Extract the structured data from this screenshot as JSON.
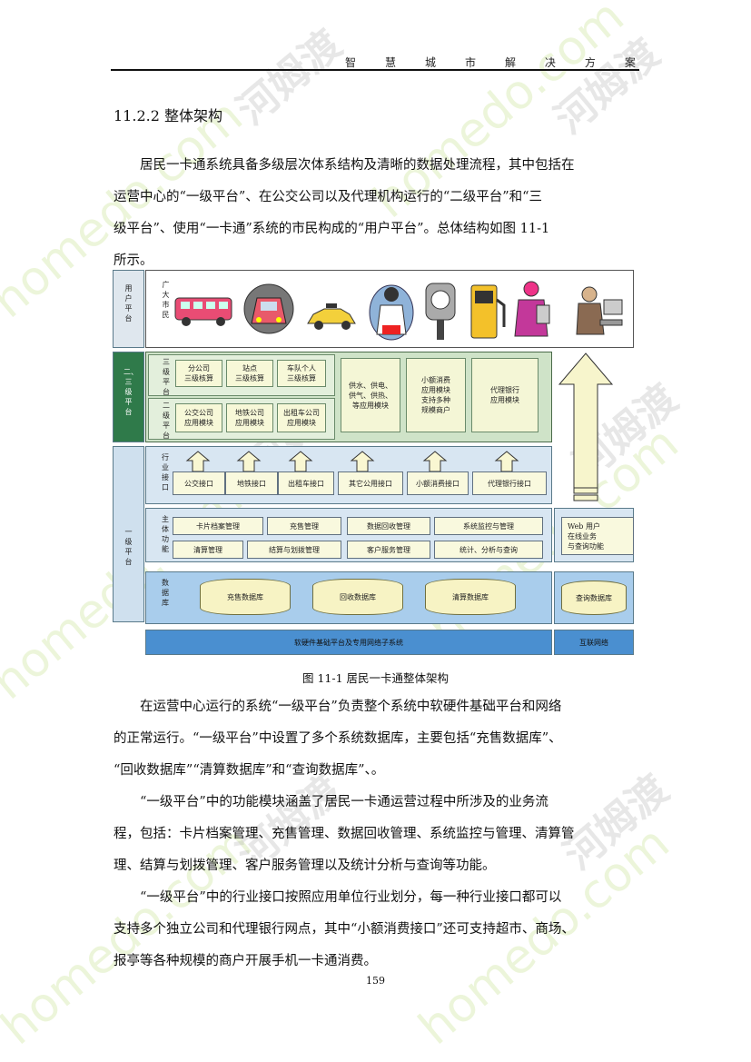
{
  "header": {
    "chars": [
      "智",
      "慧",
      "城",
      "市",
      "解",
      "决",
      "方",
      "案"
    ]
  },
  "section_title": "11.2.2  整体架构",
  "paragraphs_top": [
    "居民一卡通系统具备多级层次体系结构及清晰的数据处理流程，其中包括在",
    "运营中心的“一级平台”、在公交公司以及代理机构运行的“二级平台”和“三",
    "级平台”、使用“一卡通”系统的市民构成的“用户平台”。总体结构如图 11-1",
    "所示。"
  ],
  "diagram": {
    "user_platform": "用户平台",
    "citizens": "广大市民",
    "level23": "二、三级平台",
    "level3": "三级平台",
    "level2": "二级平台",
    "level1": "一级平台",
    "industry_interface": "行业接口",
    "main_function": "主体功能",
    "database": "数据库",
    "l3_boxes": [
      "分公司\n三级核算",
      "站点\n三级核算",
      "车队个人\n三级核算"
    ],
    "l2_boxes": [
      "公交公司\n应用模块",
      "地铁公司\n应用模块",
      "出租车公司\n应用模块"
    ],
    "right_boxes": [
      "供水、供电、\n供气、供热、\n等应用模块",
      "小额消费\n应用模块\n支持多种\n规模商户",
      "代理银行\n应用模块"
    ],
    "interfaces": [
      "公交接口",
      "地铁接口",
      "出租车接口",
      "其它公用接口",
      "小额消费接口",
      "代理银行接口"
    ],
    "functions_row1": [
      "卡片档案管理",
      "充售管理",
      "数据回收管理",
      "系统监控与管理"
    ],
    "functions_row2": [
      "清算管理",
      "结算与划拨管理",
      "客户服务管理",
      "统计、分析与查询"
    ],
    "web_box": "Web 用户\n在线业务\n与查询功能",
    "databases": [
      "充售数据库",
      "回收数据库",
      "清算数据库"
    ],
    "query_db": "查询数据库",
    "base_system": "软硬件基础平台及专用网络子系统",
    "internet": "互联网络"
  },
  "caption": "图  11-1  居民一卡通整体架构",
  "paragraphs_bottom": [
    "在运营中心运行的系统“一级平台”负责整个系统中软硬件基础平台和网络",
    "的正常运行。“一级平台”中设置了多个系统数据库，主要包括“充售数据库”、",
    "“回收数据库”“清算数据库”和“查询数据库”、。",
    "“一级平台”中的功能模块涵盖了居民一卡通运营过程中所涉及的业务流",
    "程，包括：卡片档案管理、充售管理、数据回收管理、系统监控与管理、清算管",
    "理、结算与划拨管理、客户服务管理以及统计分析与查询等功能。",
    "“一级平台”中的行业接口按照应用单位行业划分，每一种行业接口都可以",
    "支持多个独立公司和代理银行网点，其中“小额消费接口”还可支持超市、商场、",
    "报亭等各种规模的商户开展手机一卡通消费。"
  ],
  "page_number": "159",
  "watermark_text": "homedo.com",
  "watermark_cn": "河姆渡"
}
